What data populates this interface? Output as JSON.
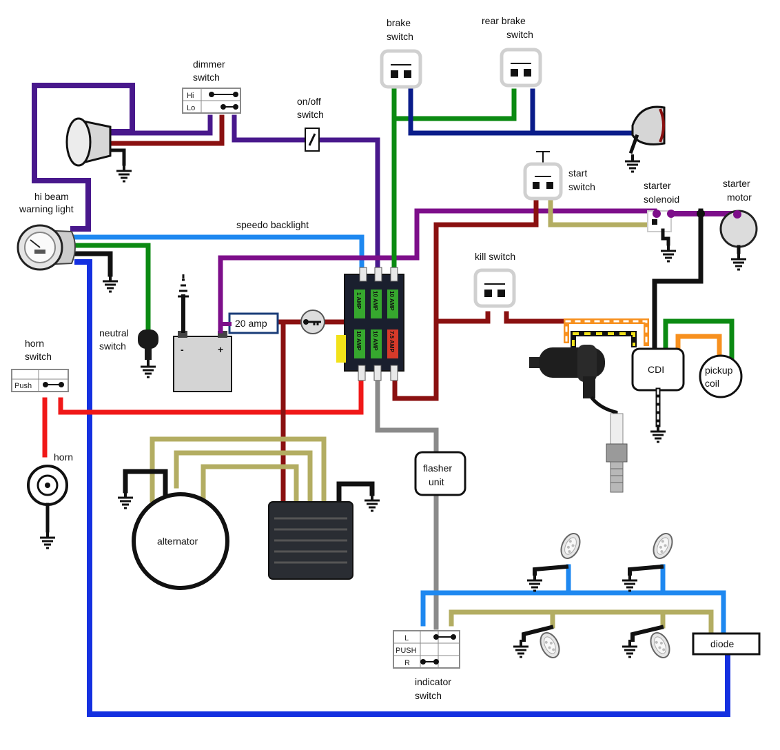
{
  "colors": {
    "purple": "#48188c",
    "magenta": "#7d0e8a",
    "maroon": "#8a1010",
    "green": "#0b8a12",
    "navy": "#0a1c8a",
    "blue": "#1e88f0",
    "deep_blue": "#1430e0",
    "red": "#f01818",
    "black": "#111111",
    "olive": "#b3ad62",
    "gray": "#8a8a8a",
    "orange": "#f7901e",
    "yellow": "#f2e21a"
  },
  "labels": {
    "dimmer_switch": [
      "dimmer",
      "switch"
    ],
    "on_off_switch": [
      "on/off",
      "switch"
    ],
    "brake_switch": [
      "brake",
      "switch"
    ],
    "rear_brake_switch": [
      "rear  brake",
      "switch"
    ],
    "hi_beam_warning_light": [
      "hi beam",
      "warning light"
    ],
    "speedo_backlight": "speedo backlight",
    "start_switch": [
      "start",
      "switch"
    ],
    "starter_solenoid": [
      "starter",
      "solenoid"
    ],
    "starter_motor": [
      "starter",
      "motor"
    ],
    "kill_switch": "kill switch",
    "neutral_switch": [
      "neutral",
      "switch"
    ],
    "horn_switch": [
      "horn",
      "switch"
    ],
    "horn": "horn",
    "fuse_20amp": "20 amp",
    "cdi": "CDI",
    "pickup_coil": [
      "pickup",
      "coil"
    ],
    "flasher_unit": [
      "flasher",
      "unit"
    ],
    "alternator": "alternator",
    "indicator_switch": [
      "indicator",
      "switch"
    ],
    "diode": "diode"
  },
  "switch_text": {
    "dimmer_hi": "Hi",
    "dimmer_lo": "Lo",
    "horn_push": "Push",
    "indicator_l": "L",
    "indicator_push": "PUSH",
    "indicator_r": "R"
  },
  "fuses": {
    "top": [
      "1 AMP",
      "10 AMP",
      "10 AMP"
    ],
    "bottom": [
      "10 AMP",
      "10 AMP",
      "7.5 AMP"
    ]
  },
  "icons": [
    "headlight-icon",
    "taillight-icon",
    "ground-symbol-icon",
    "battery-icon",
    "key-icon",
    "ignition-coil-icon",
    "spark-plug-icon",
    "regulator-rectifier-icon",
    "turn-signal-icon",
    "speedometer-icon"
  ]
}
